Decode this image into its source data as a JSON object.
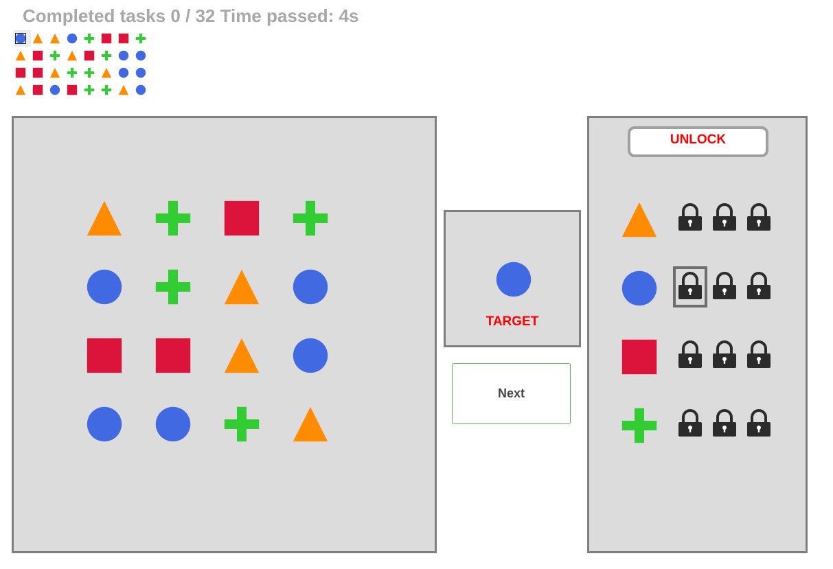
{
  "status": {
    "completed_label": "Completed tasks",
    "completed": "0 / 32",
    "time_label": "Time passed:",
    "time": "4s"
  },
  "colors": {
    "triangle": "#ff8c00",
    "cross": "#32cd32",
    "square": "#dc143c",
    "circle": "#4169e1",
    "lock": "#2b2b2b",
    "target_text": "#ff0000"
  },
  "sequence": {
    "current_row": 0,
    "current_col": 0,
    "rows": [
      [
        "circle",
        "triangle",
        "triangle",
        "circle",
        "cross",
        "square",
        "square",
        "cross"
      ],
      [
        "triangle",
        "square",
        "cross",
        "triangle",
        "square",
        "cross",
        "circle",
        "circle"
      ],
      [
        "square",
        "square",
        "triangle",
        "cross",
        "cross",
        "triangle",
        "circle",
        "circle"
      ],
      [
        "triangle",
        "square",
        "circle",
        "square",
        "cross",
        "cross",
        "triangle",
        "circle"
      ]
    ]
  },
  "grid": [
    [
      "triangle",
      "cross",
      "square",
      "cross"
    ],
    [
      "circle",
      "cross",
      "triangle",
      "circle"
    ],
    [
      "square",
      "square",
      "triangle",
      "circle"
    ],
    [
      "circle",
      "circle",
      "cross",
      "triangle"
    ]
  ],
  "target": {
    "shape": "circle",
    "label": "TARGET"
  },
  "next_label": "Next",
  "unlock_label": "UNLOCK",
  "lock_rows": [
    {
      "shape": "triangle",
      "locks": 3,
      "selected": null
    },
    {
      "shape": "circle",
      "locks": 3,
      "selected": 0
    },
    {
      "shape": "square",
      "locks": 3,
      "selected": null
    },
    {
      "shape": "cross",
      "locks": 3,
      "selected": null
    }
  ]
}
